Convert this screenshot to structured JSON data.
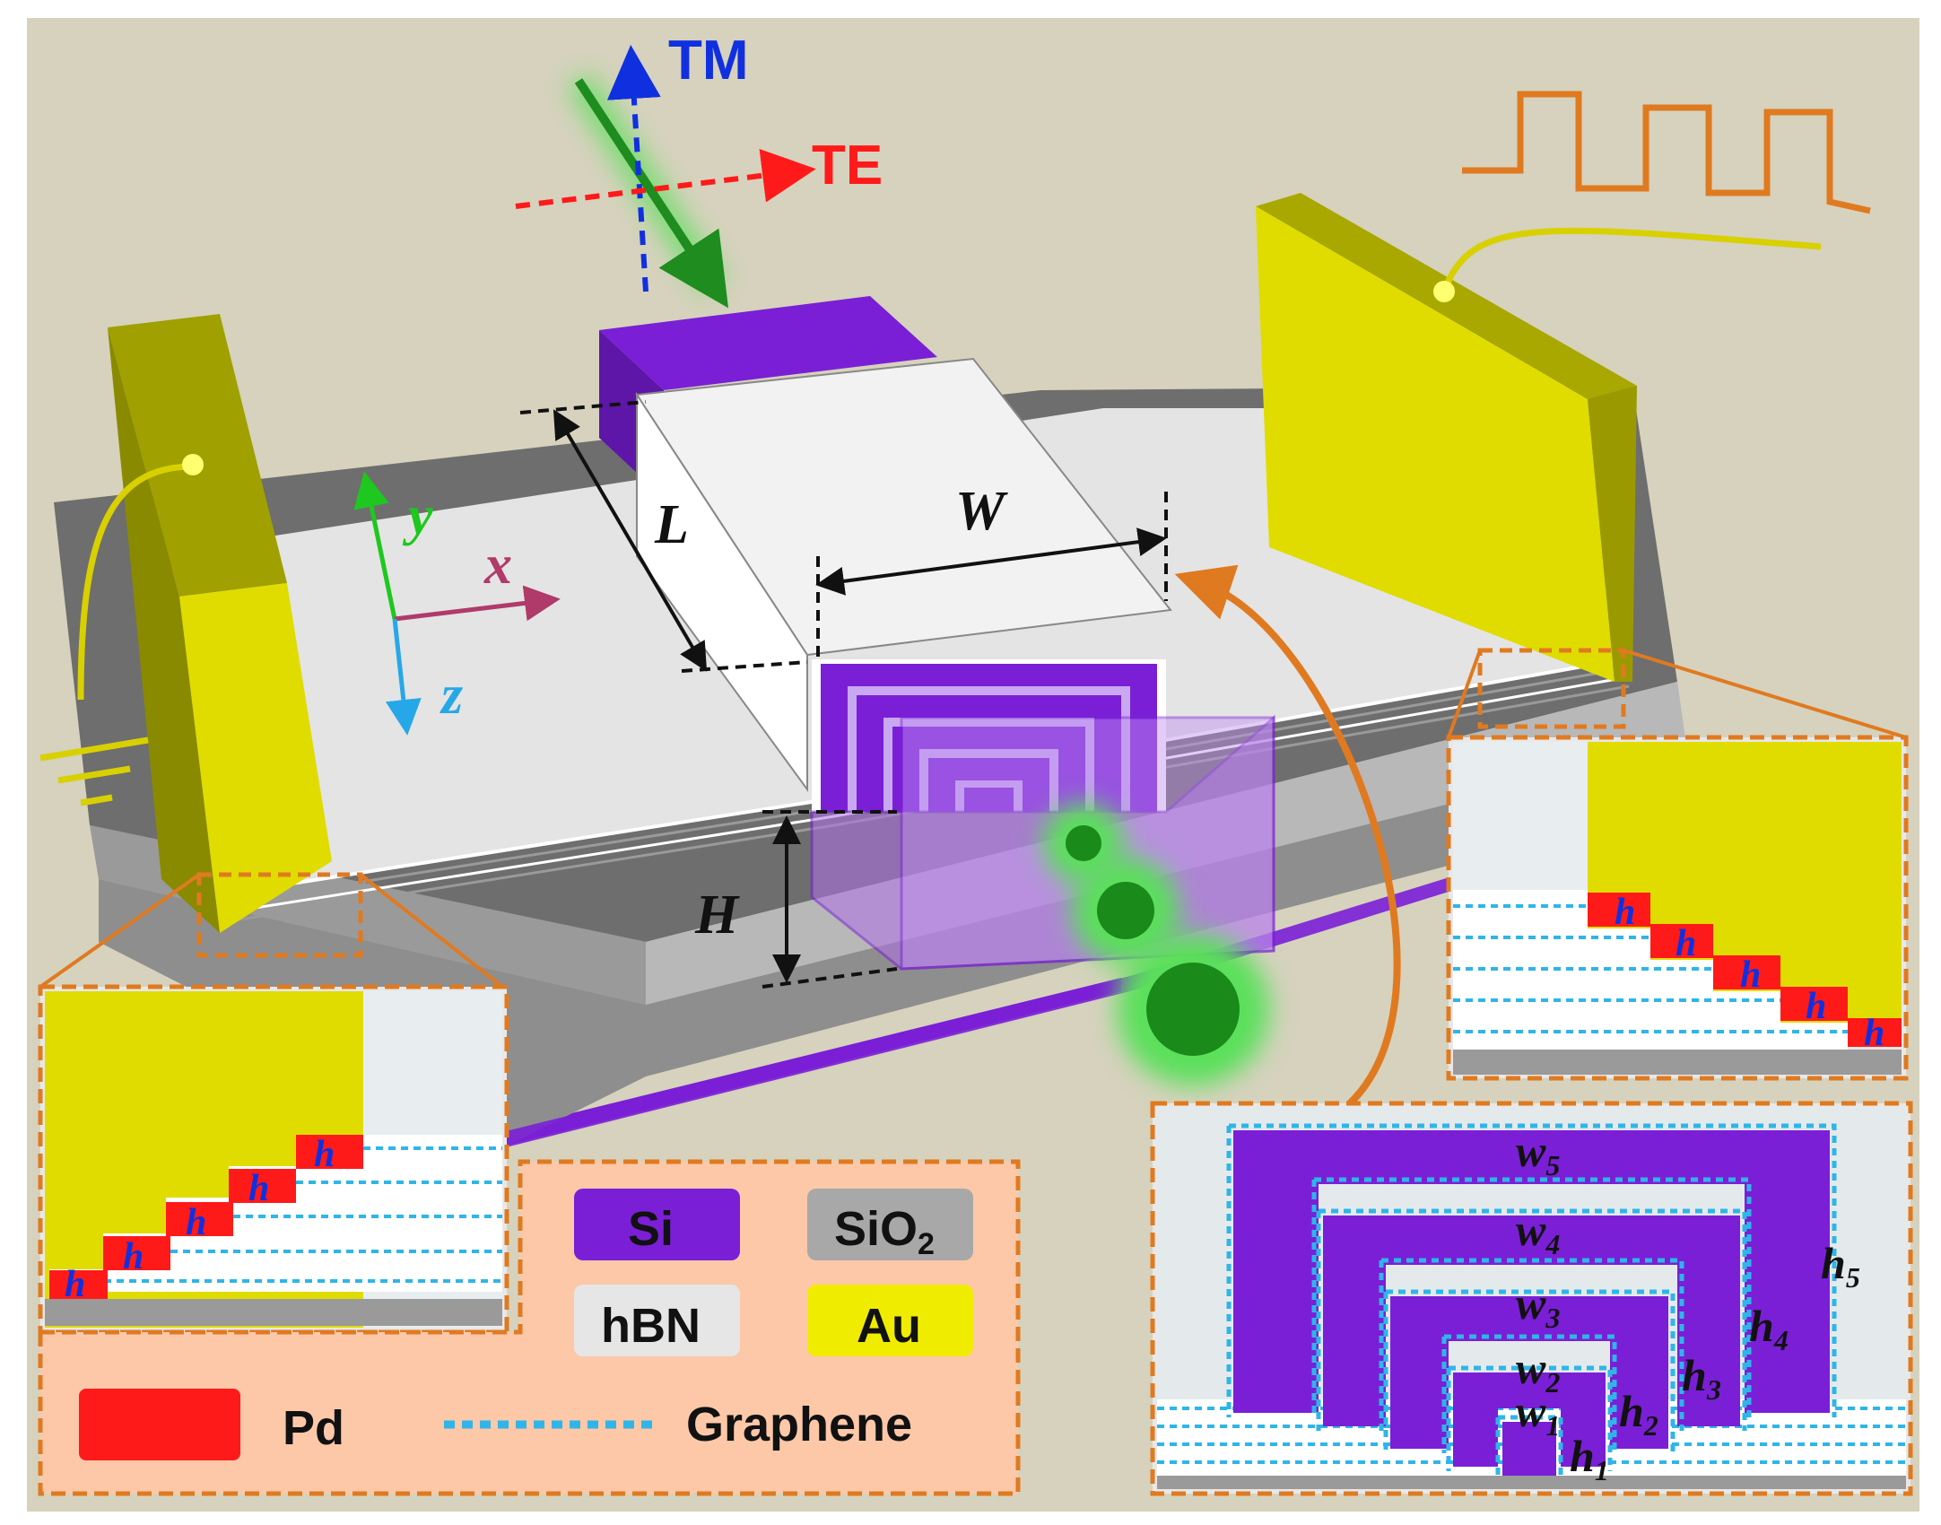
{
  "polarization": {
    "tm": "TM",
    "te": "TE"
  },
  "axes": {
    "x": "x",
    "y": "y",
    "z": "z"
  },
  "dimensions": {
    "length": "L",
    "width": "W",
    "height": "H"
  },
  "legend": {
    "si": "Si",
    "sio2_base": "SiO",
    "sio2_sub": "2",
    "hbn": "hBN",
    "au": "Au",
    "pd": "Pd",
    "graphene": "Graphene"
  },
  "inset_labels": {
    "h": "h"
  },
  "cross_section": {
    "w_base": "w",
    "h_base": "h",
    "w_subs": [
      "5",
      "4",
      "3",
      "2",
      "1"
    ],
    "h_subs": [
      "5",
      "4",
      "3",
      "2",
      "1"
    ]
  },
  "colors": {
    "background": "#d6d2bd",
    "si": "#7a1fd6",
    "sio2": "#a8a8a8",
    "hbn": "#e6e6e6",
    "au": "#e0dc00",
    "pd": "#ff1a1a",
    "graphene": "#2fb5e8",
    "callout": "#e07a20",
    "light_beam": "#1e8c1e"
  }
}
